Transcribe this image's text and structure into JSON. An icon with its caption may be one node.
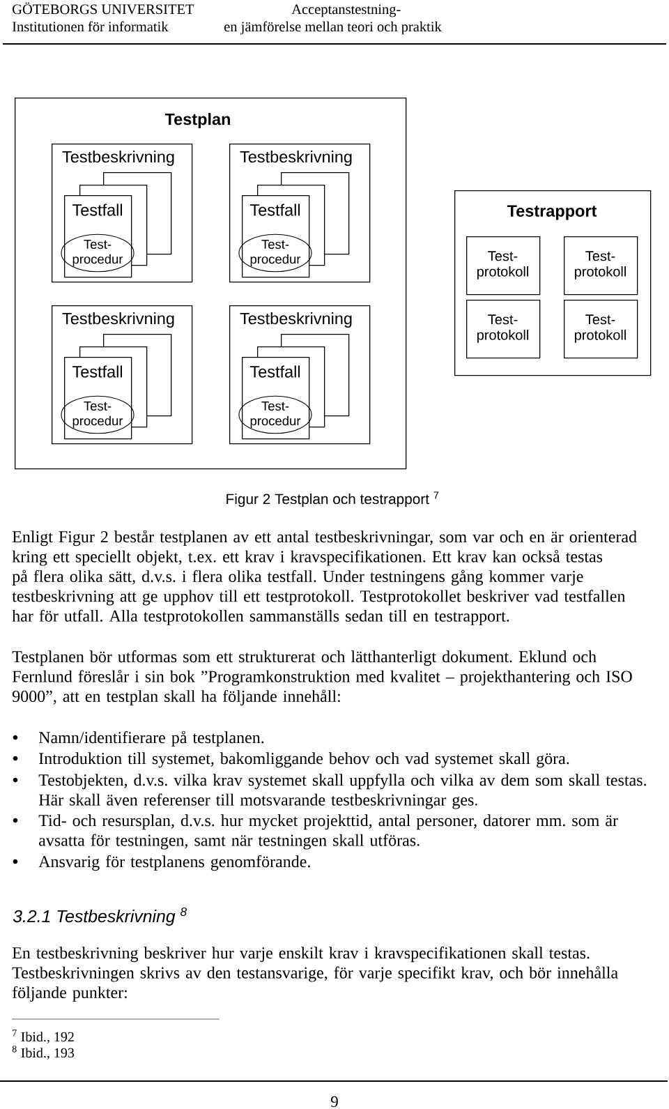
{
  "diagram": {
    "caption": "Figur 2 Testplan och testrapport $^{7}$",
    "nodes": [
      {
        "text": [
          "Testplan"
        ]
      },
      {
        "text": [
          "Testbeskrivning"
        ],
        "in": 0
      },
      {
        "text": [
          "Testfall"
        ],
        "in": 1
      },
      {
        "text": [
          "Test- procedur"
        ],
        "in": 2
      },
      {
        "text": [
          "Testbeskrivning"
        ],
        "in": 0
      },
      {
        "text": [
          "Testfall"
        ],
        "in": 4
      },
      {
        "text": [
          "Test- procedur"
        ],
        "in": 5
      },
      {
        "text": [
          "Testbeskrivning"
        ],
        "in": 0
      },
      {
        "text": [
          "Testfall"
        ],
        "in": 7
      },
      {
        "text": [
          "Test- procedur"
        ],
        "in": 8
      },
      {
        "text": [
          "Testbeskrivning"
        ],
        "in": 0
      },
      {
        "text": [
          "Testfall"
        ],
        "in": 10
      },
      {
        "text": [
          "Test- procedur"
        ],
        "in": 11
      },
      {
        "text": [
          "Testrapport"
        ]
      },
      {
        "text": [
          "Test- protokoll"
        ],
        "in": 13
      },
      {
        "text": [
          "Test- protokoll"
        ],
        "in": 13
      },
      {
        "text": [
          "Test- protokoll"
        ],
        "in": 13
      },
      {
        "text": [
          "Test- protokoll"
        ],
        "in": 13
      }
    ],
    "labels": [
      "GÖTEBORGS UNIVERSITET",
      "Institutionen för informatik",
      "Acceptanstestning-",
      "en jämförelse mellan teori och praktik",
      "Enligt Figur 2 består testplanen av ett antal testbeskrivningar, som var och en är orienterad kring ett speciellt objekt, t.ex. ett krav i kravspecifikationen. Ett krav kan också testas på flera olika sätt, d.v.s. i flera olika testfall. Under testningens gång kommer varje testbeskrivning att ge upphov till ett testprotokoll. Testprotokollet beskriver vad testfallen har för utfall. Alla testprotokollen sammanställs sedan till en testrapport.",
      "Testplanen bör utformas som ett strukturerat och lätthanterligt dokument. Eklund och Fernlund föreslår i sin bok ”Programkonstruktion med kvalitet – projekthantering och ISO 9000”, att en testplan skall ha följande innehåll:",
      "Namn/identifierare på testplanen.",
      "Introduktion till systemet, bakomliggande behov och vad systemet skall göra.",
      "Testobjekten, d.v.s. vilka krav systemet skall uppfylla och vilka av dem som skall testas. Här skall även referenser till motsvarande testbeskrivningar ges.",
      "Tid- och resursplan, d.v.s. hur mycket projekttid, antal personer, datorer mm. som är avsatta för testningen, samt när testningen skall utföras.",
      "Ansvarig för testplanens genomförande.",
      "3.2.1 Testbeskrivning $^{8}$",
      "En testbeskrivning beskriver hur varje enskilt krav i kravspecifikationen skall testas. Testbeskrivningen skrivs av den testansvarige, för varje specifikt krav, och bör innehålla följande punkter:",
      "$^{7}$ Ibid., 192",
      "$^{8}$ Ibid., 193",
      "9"
    ]
  }
}
